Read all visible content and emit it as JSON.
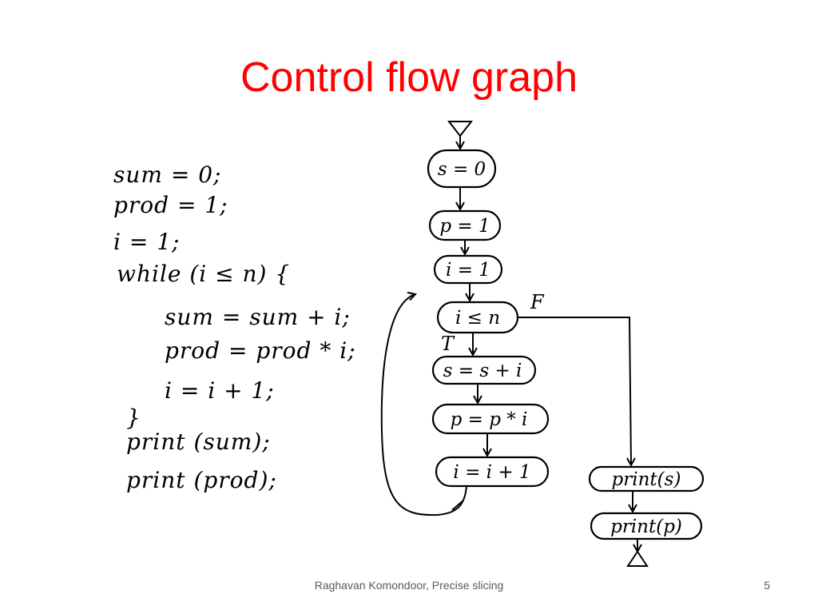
{
  "slide": {
    "title": "Control flow graph",
    "footer": "Raghavan Komondoor, Precise slicing",
    "page_number": "5"
  },
  "code": {
    "lines": [
      "sum = 0;",
      "prod = 1;",
      "i = 1;",
      "while (i ≤ n) {",
      "sum = sum + i;",
      "prod = prod * i;",
      "i = i + 1;",
      "}",
      "print (sum);",
      "print (prod);"
    ]
  },
  "cfg": {
    "nodes": {
      "s_init": "s = 0",
      "p_init": "p = 1",
      "i_init": "i = 1",
      "cond": "i ≤ n",
      "s_update": "s = s + i",
      "p_update": "p = p * i",
      "i_update": "i = i + 1",
      "print_s": "print(s)",
      "print_p": "print(p)"
    },
    "edge_labels": {
      "true": "T",
      "false": "F"
    }
  },
  "colors": {
    "title": "#ff0000",
    "ink": "#000000",
    "footer": "#595959"
  }
}
